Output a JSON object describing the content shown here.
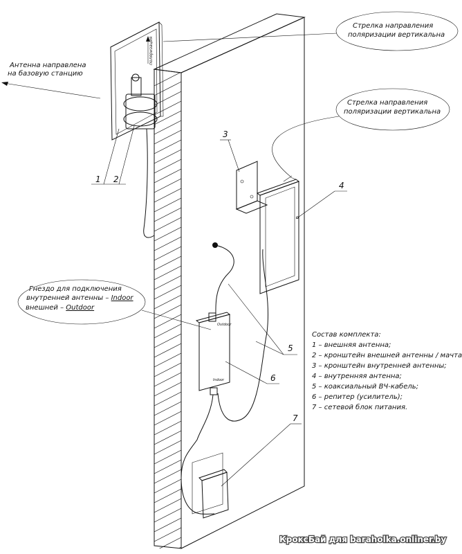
{
  "callouts": {
    "outer_arrow": [
      "Стрелка направления",
      "поляризации вертикальна"
    ],
    "inner_arrow": [
      "Стрелка направления",
      "поляризации вертикальна"
    ],
    "antenna_direction": [
      "Антенна направлена",
      "на базовую станцию"
    ],
    "socket": [
      "Гнездо для подключения",
      "внутренней антенны – ",
      "Indoor",
      "внешней – ",
      "Outdoor"
    ]
  },
  "numbers": {
    "n1": "1",
    "n2": "2",
    "n3": "3",
    "n4": "4",
    "n5": "5",
    "n6": "6",
    "n7": "7"
  },
  "device_marks": {
    "polarization": "поляризация",
    "outdoor": "Outdoor",
    "indoor": "Indoor"
  },
  "legend": {
    "title": "Состав комплекта:",
    "items": [
      "1 – внешняя антенна;",
      "2 – кронштейн внешней антенны / мачта;",
      "3 – кронштейн внутренней антенны;",
      "4 – внутренняя антенна;",
      "5 – коаксиальный ВЧ-кабель;",
      "6 – репитер (усилитель);",
      "7 – сетевой блок питания."
    ]
  },
  "watermark": "КроксБай для baraholka.onliner.by"
}
